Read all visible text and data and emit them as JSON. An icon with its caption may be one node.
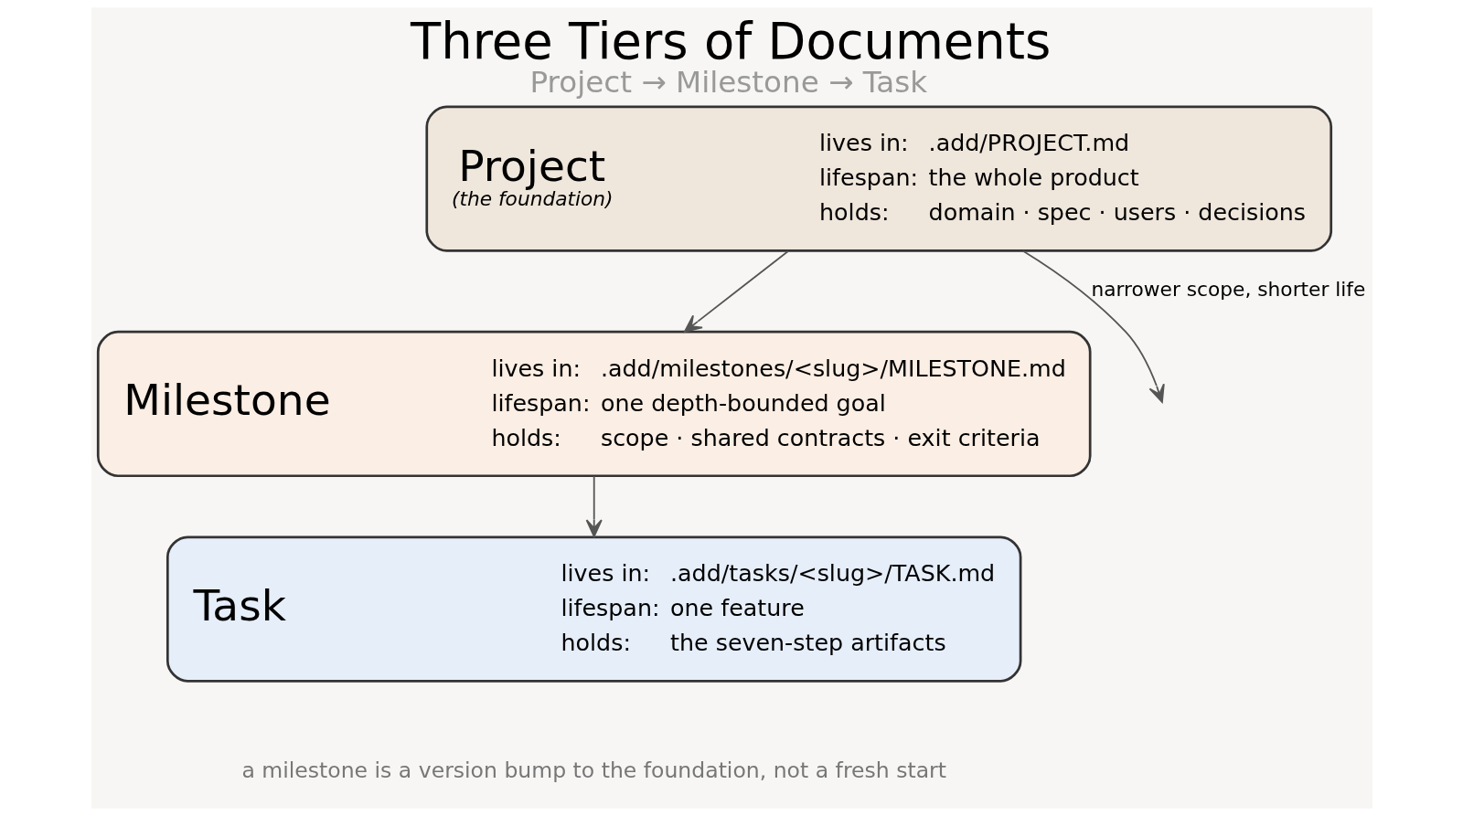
{
  "diagram": {
    "title": "Three Tiers of Documents",
    "caption": "Project → Milestone → Task",
    "nodes": [
      {
        "text": [
          "Project",
          "(the foundation)",
          "lives in:",
          ".add/PROJECT.md",
          "lifespan:",
          "the whole product",
          "holds:",
          "domain · spec · users · decisions"
        ]
      },
      {
        "text": [
          "Milestone",
          "lives in:",
          ".add/milestones/<slug>/MILESTONE.md",
          "lifespan:",
          "one depth-bounded goal",
          "holds:",
          "scope · shared contracts · exit criteria"
        ]
      },
      {
        "text": [
          "Task",
          "lives in:",
          ".add/tasks/<slug>/TASK.md",
          "lifespan:",
          "one feature",
          "holds:",
          "the seven-step artifacts"
        ]
      }
    ],
    "edges": [
      {
        "from": 0,
        "to": 1,
        "arrow": "to"
      },
      {
        "from": 1,
        "to": 2,
        "arrow": "to"
      },
      {
        "from": 0,
        "to": null,
        "arrow": "to",
        "label": "narrower scope, shorter life"
      }
    ],
    "labels": [
      "a milestone is a version bump to the foundation, not a fresh start"
    ]
  }
}
